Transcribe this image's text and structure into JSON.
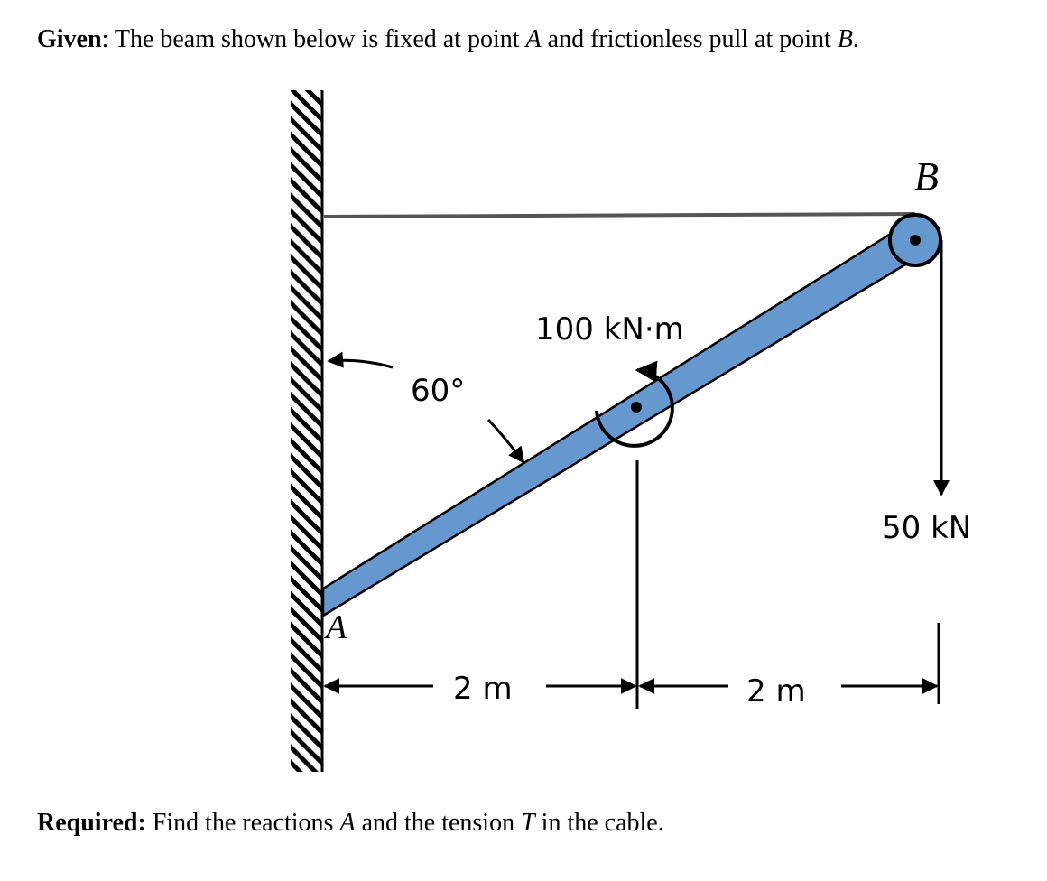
{
  "given": {
    "label": "Given",
    "text_1": ": The beam shown below is fixed at point ",
    "point_a": "A",
    "text_2": " and frictionless pull at point ",
    "point_b": "B",
    "text_3": "."
  },
  "diagram": {
    "point_a_label": "A",
    "point_b_label": "B",
    "angle_label": "60°",
    "moment_label": "100 kN·m",
    "force_label": "50 kN",
    "dim_left_label": "2 m",
    "dim_right_label": "2 m",
    "colors": {
      "beam": "#6698D0",
      "cable": "#555555",
      "outline": "#000000"
    }
  },
  "required": {
    "label": "Required:",
    "text_1": " Find the reactions ",
    "var_a": "A",
    "text_2": " and the tension ",
    "var_t": "T",
    "text_3": " in the cable."
  }
}
